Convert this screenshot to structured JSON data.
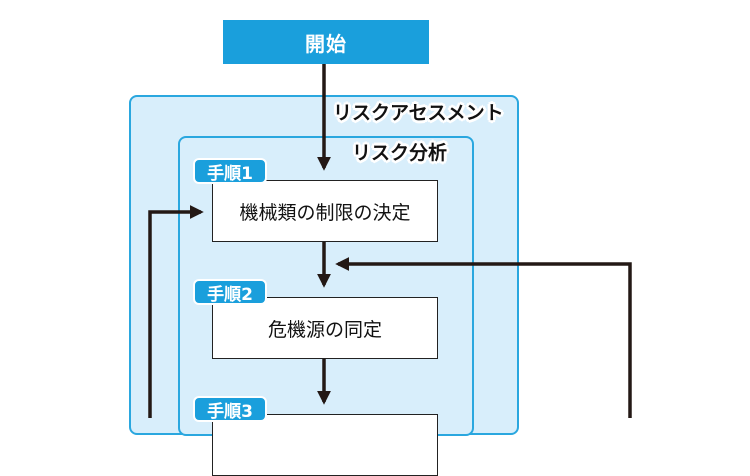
{
  "start": {
    "label": "開始"
  },
  "regions": {
    "outer_label": "リスクアセスメント",
    "inner_label": "リスク分析"
  },
  "steps": [
    {
      "tag": "手順1",
      "label": "機械類の制限の決定"
    },
    {
      "tag": "手順2",
      "label": "危機源の同定"
    },
    {
      "tag": "手順3",
      "label": ""
    }
  ],
  "colors": {
    "accent": "#1a9fdc",
    "region_fill": "#d8eefb",
    "region_border": "#2aa7df",
    "line": "#231815"
  }
}
